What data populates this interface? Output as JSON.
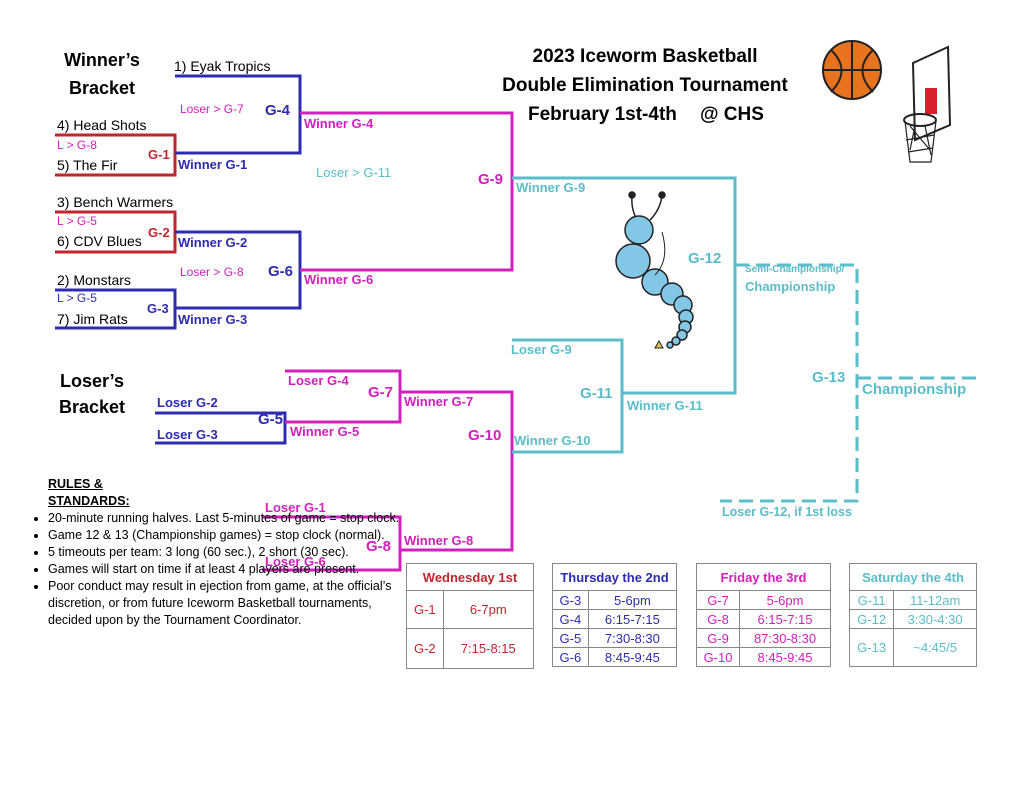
{
  "title": {
    "line1": "2023 Iceworm Basketball",
    "line2": "Double Elimination Tournament",
    "line3_date": "February 1st-4th",
    "line3_venue": "@ CHS"
  },
  "winners_heading": [
    "Winner’s",
    "Bracket"
  ],
  "losers_heading": [
    "Loser’s",
    "Bracket"
  ],
  "teams": {
    "t1": "1) Eyak Tropics",
    "t4": "4) Head Shots",
    "t5": "5) The Fir",
    "t3": "3) Bench Warmers",
    "t6": "6) CDV Blues",
    "t2": "2) Monstars",
    "t7": "7) Jim Rats"
  },
  "games": {
    "g1": "G-1",
    "g2": "G-2",
    "g3": "G-3",
    "g4": "G-4",
    "g5": "G-5",
    "g6": "G-6",
    "g7": "G-7",
    "g8": "G-8",
    "g9": "G-9",
    "g10": "G-10",
    "g11": "G-11",
    "g12": "G-12",
    "g13": "G-13"
  },
  "labels": {
    "l_g8_small": "L > G-8",
    "l_g5_small_a": "L > G-5",
    "l_g5_small_b": "L > G-5",
    "loser_g7": "Loser > G-7",
    "loser_g8": "Loser > G-8",
    "loser_g11": "Loser > G-11",
    "winner_g1": "Winner G-1",
    "winner_g2": "Winner G-2",
    "winner_g3": "Winner G-3",
    "winner_g4": "Winner G-4",
    "winner_g6": "Winner G-6",
    "winner_g9": "Winner G-9",
    "loser_g9": "Loser G-9",
    "winner_g11": "Winner G-11",
    "semi1": "Semi-Championship/",
    "semi2": "Championship",
    "championship": "Championship",
    "loser_g12": "Loser G-12, if 1st loss",
    "loser_g4": "Loser G-4",
    "loser_g2": "Loser G-2",
    "loser_g3": "Loser G-3",
    "winner_g5": "Winner G-5",
    "winner_g7": "Winner G-7",
    "winner_g10": "Winner G-10",
    "loser_g1": "Loser G-1",
    "loser_g6": "Loser G-6",
    "winner_g8": "Winner G-8"
  },
  "rules": {
    "heading1": "RULES &",
    "heading2": "STANDARDS:",
    "items": [
      "20-minute running halves. Last 5-minutes of game = stop clock.",
      "Game 12 & 13 (Championship games) = stop clock (normal).",
      "5 timeouts per team: 3 long (60 sec.), 2 short (30 sec).",
      "Games will start on time if at least 4 players are present.",
      "Poor conduct may result in ejection from game, at the official’s discretion, or from future Iceworm Basketball tournaments, decided upon by the Tournament Coordinator."
    ]
  },
  "schedule": {
    "wed": {
      "heading": "Wednesday 1st",
      "rows": [
        [
          "G-1",
          "6-7pm"
        ],
        [
          "G-2",
          "7:15-8:15"
        ]
      ]
    },
    "thu": {
      "heading": "Thursday the 2nd",
      "rows": [
        [
          "G-3",
          "5-6pm"
        ],
        [
          "G-4",
          "6:15-7:15"
        ],
        [
          "G-5",
          "7:30-8:30"
        ],
        [
          "G-6",
          "8:45-9:45"
        ]
      ]
    },
    "fri": {
      "heading": "Friday the 3rd",
      "rows": [
        [
          "G-7",
          "5-6pm"
        ],
        [
          "G-8",
          "6:15-7:15"
        ],
        [
          "G-9",
          "87:30-8:30"
        ],
        [
          "G-10",
          "8:45-9:45"
        ]
      ]
    },
    "sat": {
      "heading": "Saturday the 4th",
      "rows": [
        [
          "G-11",
          "11-12am"
        ],
        [
          "G-12",
          "3:30-4:30"
        ],
        [
          "G-13",
          "~4:45/5"
        ]
      ]
    }
  },
  "colors": {
    "red": "#c0262f",
    "blue": "#2d2cb0",
    "magenta": "#d21fbd",
    "teal": "#5bbdc9"
  }
}
